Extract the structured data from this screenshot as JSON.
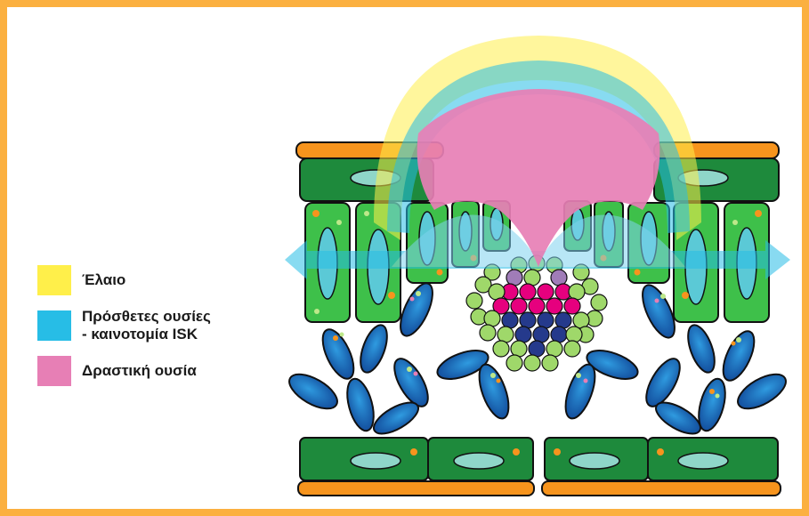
{
  "legend": {
    "items": [
      {
        "label": "Έλαιο",
        "color": "#ffef4a"
      },
      {
        "label": "Πρόσθετες ουσίες\n- καινοτομία ISK",
        "color": "#27bde6"
      },
      {
        "label": "Δραστική ουσία",
        "color": "#e77fb5"
      }
    ]
  },
  "colors": {
    "frame": "#fbb040",
    "cell_green": "#1e8a3c",
    "cell_light": "#3ec04a",
    "cuticle": "#f7941d",
    "guard_cell": "#1566b8",
    "oil": "#ffef4a",
    "additive": "#27bde6",
    "active": "#e77fb5",
    "sphere_green": "#9fd86a",
    "sphere_pink": "#e6007e",
    "sphere_navy": "#253a8c",
    "sphere_purple": "#a07cb8"
  }
}
